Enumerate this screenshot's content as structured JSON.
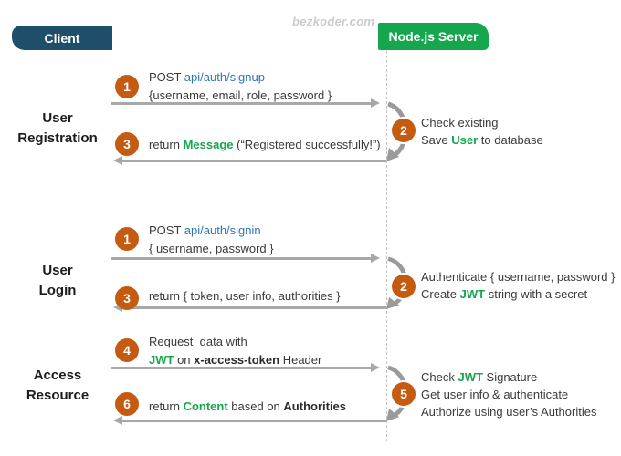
{
  "watermark": "bezkoder.com",
  "actors": {
    "client": "Client",
    "server": "Node.js Server"
  },
  "colors": {
    "client_box": "#1f4e6b",
    "server_box": "#16a64d",
    "step_circle": "#c55a11",
    "highlight_green": "#16a64d",
    "endpoint_blue": "#2e75b6",
    "arrow_gray": "#a8a8a8"
  },
  "sections": {
    "registration": {
      "label": [
        "User",
        "Registration"
      ],
      "request": {
        "step": "1",
        "method": "POST ",
        "endpoint": "api/auth/signup",
        "payload": "{username, email, role, password }"
      },
      "server_action": {
        "step": "2",
        "line1": "Check existing",
        "line2_pre": "Save ",
        "line2_highlight": "User",
        "line2_post": " to database"
      },
      "response": {
        "step": "3",
        "pre": "return ",
        "highlight": "Message",
        "post": " (“Registered successfully!”)"
      }
    },
    "login": {
      "label": [
        "User",
        "Login"
      ],
      "request": {
        "step": "1",
        "method": "POST ",
        "endpoint": "api/auth/signin",
        "payload": "{ username, password }"
      },
      "server_action": {
        "step": "2",
        "line1": "Authenticate { username, password }",
        "line2_pre": "Create ",
        "line2_highlight": "JWT",
        "line2_post": " string with a secret"
      },
      "response": {
        "step": "3",
        "text": "return { token, user info, authorities }"
      }
    },
    "access": {
      "label": [
        "Access",
        "Resource"
      ],
      "request": {
        "step": "4",
        "line1": "Request  data with",
        "line2_highlight": "JWT",
        "line2_mid": " on ",
        "line2_bold": "x-access-token",
        "line2_post": " Header"
      },
      "server_action": {
        "step": "5",
        "line1_pre": "Check ",
        "line1_highlight": "JWT",
        "line1_post": " Signature",
        "line2": "Get user info & authenticate",
        "line3": "Authorize using user’s Authorities"
      },
      "response": {
        "step": "6",
        "pre": "return ",
        "highlight": "Content",
        "mid": " based on ",
        "bold": "Authorities"
      }
    }
  }
}
